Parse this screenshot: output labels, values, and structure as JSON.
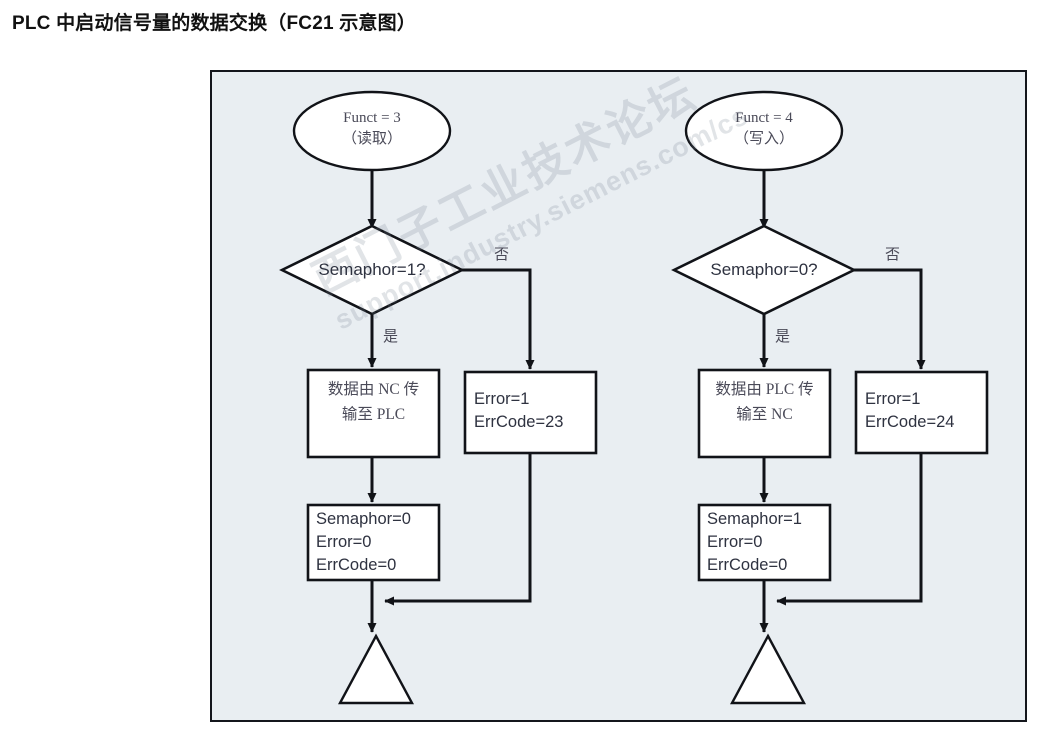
{
  "page": {
    "title": "PLC 中启动信号量的数据交换（FC21 示意图）",
    "background": "#ffffff"
  },
  "panel": {
    "fill": "#e9eef2",
    "border_color": "#14161c"
  },
  "watermark": {
    "line1": "西门子工业技术论坛",
    "line2": "support.industry.siemens.com/cs"
  },
  "colors": {
    "line": "#111318",
    "text_primary": "#2e3240",
    "text_secondary": "#4a4a58",
    "shape_fill": "#ffffff",
    "panel_fill": "#e9eef2"
  },
  "branches": {
    "yes": "是",
    "no": "否"
  },
  "flow": {
    "left": {
      "start": {
        "line1": "Funct = 3",
        "line2": "（读取）"
      },
      "decision": "Semaphor=1?",
      "process": {
        "line1": "数据由 NC 传",
        "line2": "输至 PLC"
      },
      "error": {
        "line1": "Error=1",
        "line2": "ErrCode=23"
      },
      "result": {
        "line1": "Semaphor=0",
        "line2": "Error=0",
        "line3": "ErrCode=0"
      },
      "end": "off-page-connector"
    },
    "right": {
      "start": {
        "line1": "Funct = 4",
        "line2": "（写入）"
      },
      "decision": "Semaphor=0?",
      "process": {
        "line1": "数据由 PLC 传",
        "line2": "输至 NC"
      },
      "error": {
        "line1": "Error=1",
        "line2": "ErrCode=24"
      },
      "result": {
        "line1": "Semaphor=1",
        "line2": "Error=0",
        "line3": "ErrCode=0"
      },
      "end": "off-page-connector"
    }
  }
}
